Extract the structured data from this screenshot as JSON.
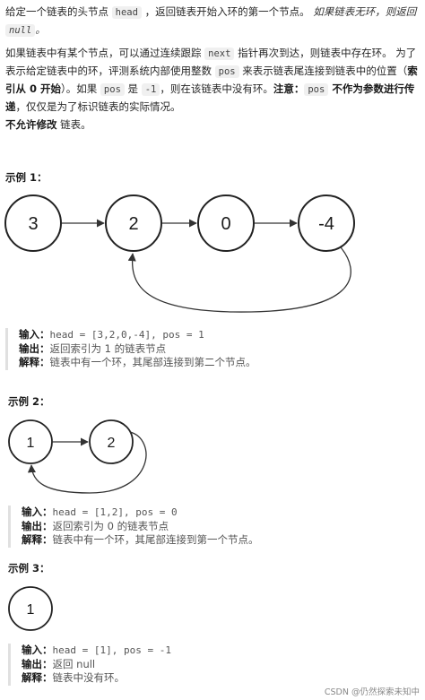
{
  "description": {
    "p1_a": "给定一个链表的头节点 ",
    "p1_code_head": "head",
    "p1_b": " ，返回链表开始入环的第一个节点。 ",
    "p1_em": "如果链表无环，则返回 ",
    "p1_em_code": "null",
    "p1_em_end": "。",
    "p2_a": "如果链表中有某个节点，可以通过连续跟踪 ",
    "p2_code_next": "next",
    "p2_b": " 指针再次到达，则链表中存在环。 为了表示给定链表中的环，评测系统内部使用整数 ",
    "p2_code_pos": "pos",
    "p2_c": " 来表示链表尾连接到链表中的位置（",
    "p2_bold_index": "索引从 0 开始",
    "p2_d": "）。如果 ",
    "p2_code_pos2": "pos",
    "p2_e": " 是 ",
    "p2_code_neg1": "-1",
    "p2_f": "，则在该链表中没有环。",
    "p2_bold_note": "注意：",
    "p2_code_pos3": "pos",
    "p2_bold_notparam": " 不作为参数进行传递",
    "p2_g": "，仅仅是为了标识链表的实际情况。",
    "p3_bold": "不允许修改",
    "p3_rest": " 链表。"
  },
  "examples": [
    {
      "heading": "示例 1：",
      "nodes": [
        "3",
        "2",
        "0",
        "-4"
      ],
      "input_label": "输入：",
      "input_value": "head = [3,2,0,-4], pos = 1",
      "output_label": "输出：",
      "output_value": "返回索引为 1 的链表节点",
      "explain_label": "解释：",
      "explain_value": "链表中有一个环，其尾部连接到第二个节点。"
    },
    {
      "heading": "示例 2：",
      "nodes": [
        "1",
        "2"
      ],
      "input_label": "输入：",
      "input_value": "head = [1,2], pos = 0",
      "output_label": "输出：",
      "output_value": "返回索引为 0 的链表节点",
      "explain_label": "解释：",
      "explain_value": "链表中有一个环，其尾部连接到第一个节点。"
    },
    {
      "heading": "示例 3：",
      "nodes": [
        "1"
      ],
      "input_label": "输入：",
      "input_value": "head = [1], pos = -1",
      "output_label": "输出：",
      "output_value": "返回 null",
      "explain_label": "解释：",
      "explain_value": "链表中没有环。"
    }
  ],
  "footer": "CSDN @仍然探索未知中"
}
